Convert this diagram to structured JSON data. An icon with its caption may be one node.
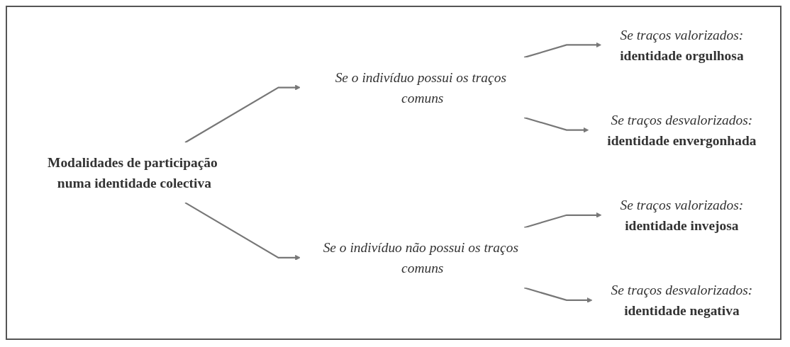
{
  "diagram": {
    "nodes": [
      {
        "text": [
          "Modalidades de participação numa identidade colectiva"
        ]
      },
      {
        "text": [
          "Se o indivíduo possui os traços comuns"
        ]
      },
      {
        "text": [
          "Se o indivíduo não possui os traços comuns"
        ]
      },
      {
        "text": [
          "Se traços valorizados:",
          "identidade orgulhosa"
        ]
      },
      {
        "text": [
          "Se traços desvalorizados:",
          "identidade envergonhada"
        ]
      },
      {
        "text": [
          "Se traços valorizados:",
          "identidade invejosa"
        ]
      },
      {
        "text": [
          "Se traços desvalorizados:",
          "identidade negativa"
        ]
      }
    ],
    "edges": [
      {
        "from": 0,
        "to": 1,
        "arrow": "to"
      },
      {
        "from": 0,
        "to": 2,
        "arrow": "to"
      },
      {
        "from": 1,
        "to": 3,
        "arrow": "to"
      },
      {
        "from": 1,
        "to": 4,
        "arrow": "to"
      },
      {
        "from": 2,
        "to": 5,
        "arrow": "to"
      },
      {
        "from": 2,
        "to": 6,
        "arrow": "to"
      }
    ]
  }
}
